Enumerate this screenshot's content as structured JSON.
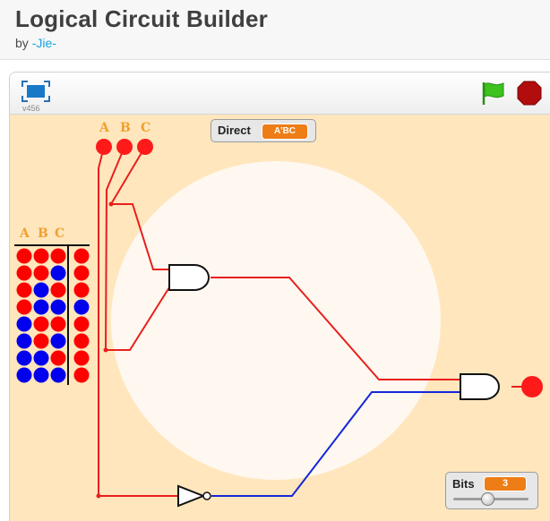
{
  "header": {
    "title": "Logical Circuit Builder",
    "by": "by ",
    "author": "-Jie-"
  },
  "player": {
    "version": "v456",
    "icons": [
      "fullscreen-icon",
      "green-flag-icon",
      "stop-icon"
    ]
  },
  "monitors": {
    "direct": {
      "label": "Direct",
      "value": "A'BC"
    },
    "bits": {
      "label": "Bits",
      "value": "3",
      "slider_fraction": 0.45
    }
  },
  "inputs": {
    "labels": [
      "A",
      "B",
      "C"
    ]
  },
  "truth_table": {
    "headers": [
      "A",
      "B",
      "C"
    ],
    "rows": [
      {
        "bits": [
          1,
          1,
          1
        ],
        "out": 1
      },
      {
        "bits": [
          1,
          1,
          0
        ],
        "out": 1
      },
      {
        "bits": [
          1,
          0,
          1
        ],
        "out": 1
      },
      {
        "bits": [
          1,
          0,
          0
        ],
        "out": 0
      },
      {
        "bits": [
          0,
          1,
          1
        ],
        "out": 1
      },
      {
        "bits": [
          0,
          1,
          0
        ],
        "out": 1
      },
      {
        "bits": [
          0,
          0,
          1
        ],
        "out": 1
      },
      {
        "bits": [
          0,
          0,
          0
        ],
        "out": 1
      }
    ]
  },
  "colors": {
    "on": "#ff0000",
    "off": "#0000ee",
    "stage_bg": "#ffe6bd",
    "accent": "#ee7d16"
  }
}
